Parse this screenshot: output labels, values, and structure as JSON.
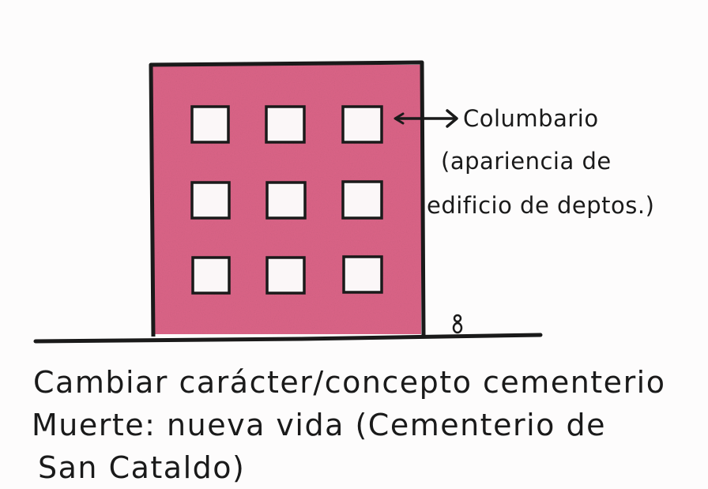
{
  "colors": {
    "building_fill": "#d9587e",
    "building_fill_light": "#e88aa6",
    "ink": "#1a1a1a",
    "paper": "#fdfcfc"
  },
  "annotation": {
    "line1": "Columbario",
    "line2": "(apariencia de",
    "line3": "edificio de deptos.)"
  },
  "caption": {
    "line1": "Cambiar carácter/concepto cementerio",
    "line2": "Muerte: nueva vida (Cementerio de",
    "line3": "San Cataldo)"
  },
  "icons": {
    "arrow": "double-headed-arrow",
    "person": "person-figure-icon"
  },
  "building": {
    "rows": 3,
    "columns": 3
  }
}
